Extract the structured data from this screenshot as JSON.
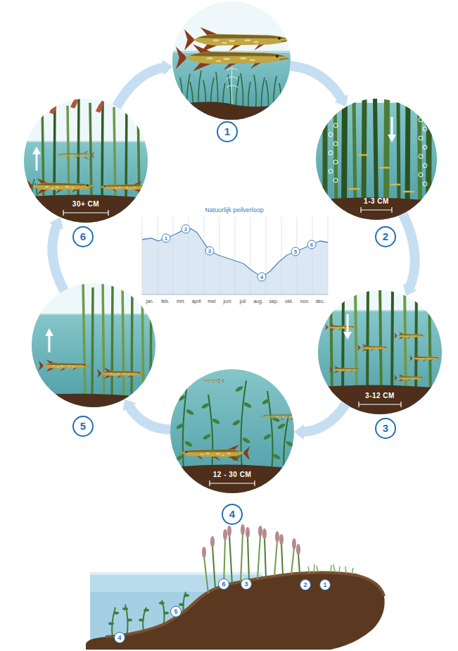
{
  "diagram": {
    "nodes": [
      {
        "text": [
          "1"
        ]
      },
      {
        "text": [
          "1-3 CM",
          "2"
        ]
      },
      {
        "text": [
          "3-12 CM",
          "3"
        ]
      },
      {
        "text": [
          "12 - 30 CM",
          "4"
        ]
      },
      {
        "text": [
          "5"
        ]
      },
      {
        "text": [
          "30+ CM",
          "6"
        ]
      }
    ],
    "edges": [
      {
        "from": 0,
        "to": 1,
        "arrow": "to"
      },
      {
        "from": 1,
        "to": 2,
        "arrow": "to"
      },
      {
        "from": 2,
        "to": 3,
        "arrow": "to"
      },
      {
        "from": 3,
        "to": 4,
        "arrow": "to"
      },
      {
        "from": 4,
        "to": 5,
        "arrow": "to"
      },
      {
        "from": 5,
        "to": 0,
        "arrow": "to"
      }
    ],
    "labels": [
      "Natuurlijk peilverloop",
      "jan.",
      "feb.",
      "mrt.",
      "april",
      "mei",
      "juni",
      "juli",
      "aug.",
      "sep.",
      "okt.",
      "nov.",
      "dec.",
      "1",
      "2",
      "3",
      "4",
      "5",
      "6",
      "4",
      "5",
      "6",
      "3",
      "2",
      "1"
    ]
  }
}
